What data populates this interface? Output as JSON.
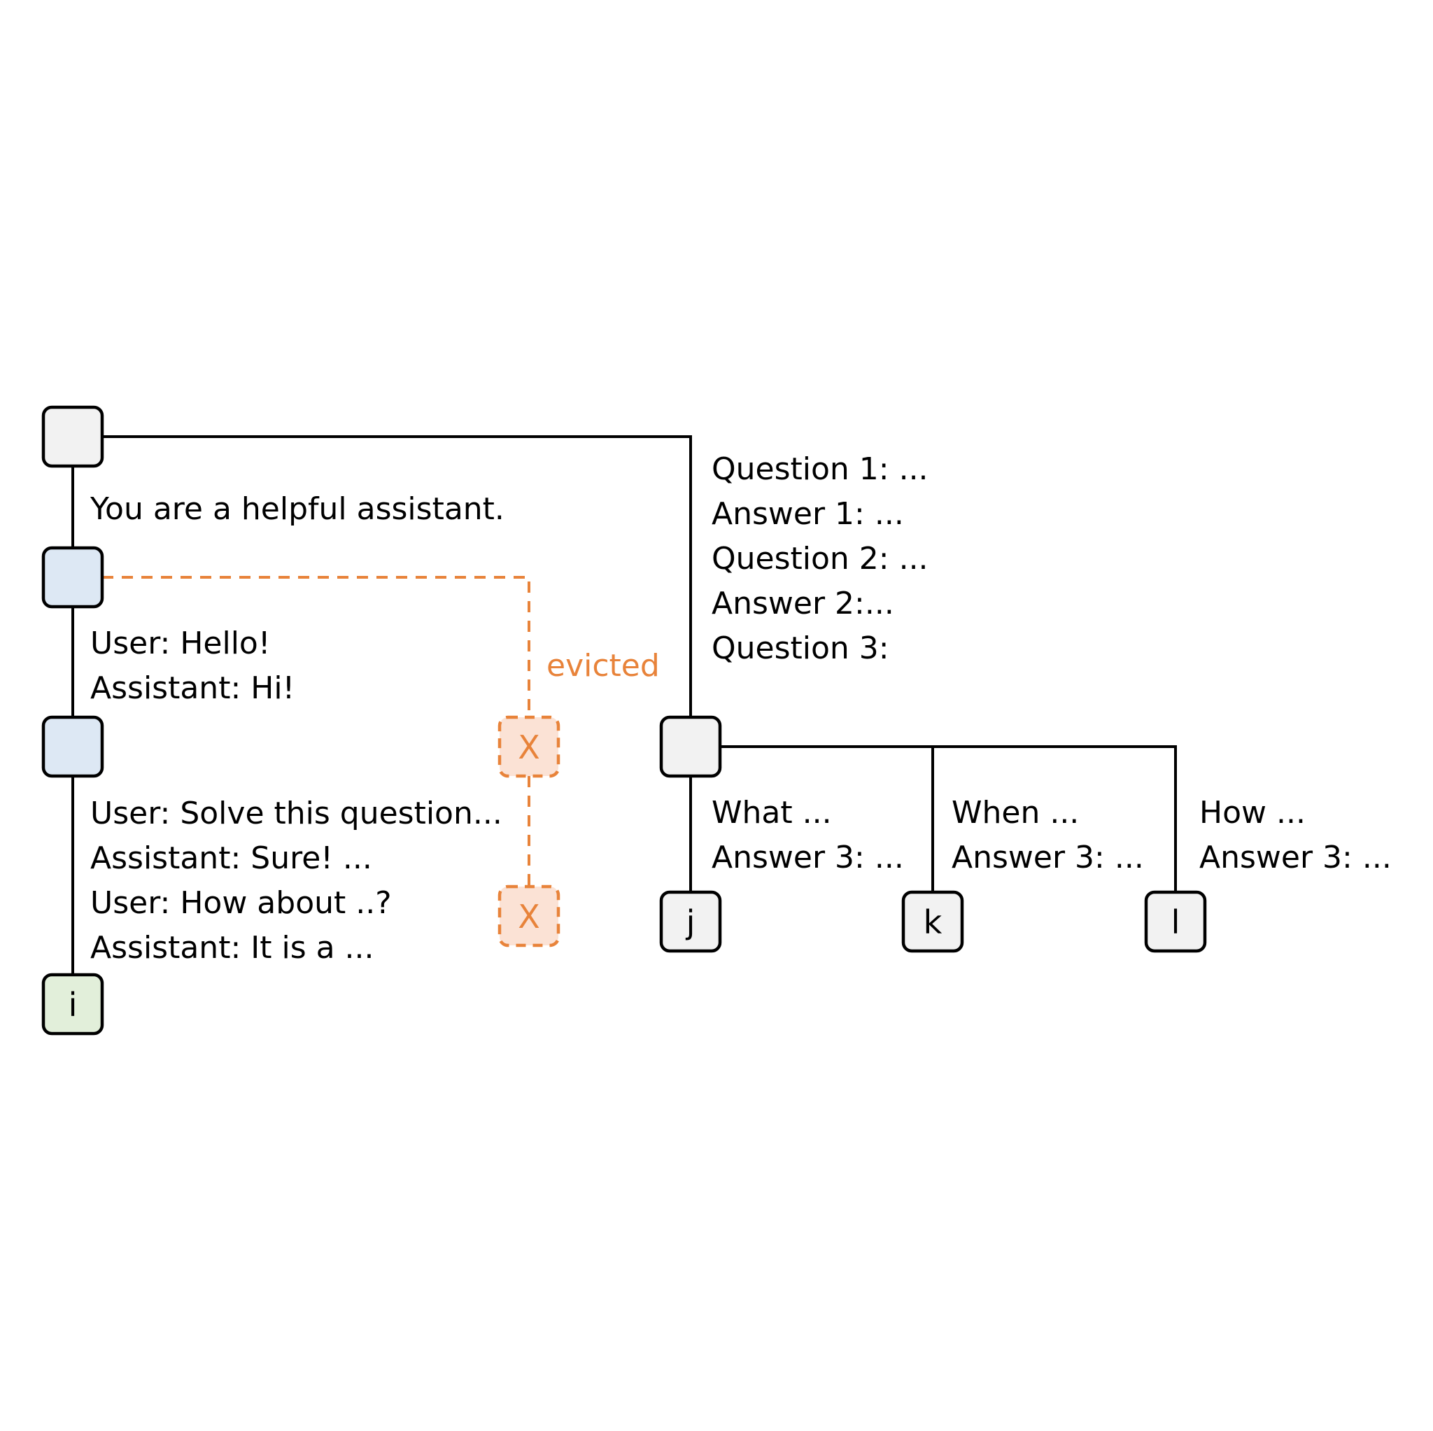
{
  "colors": {
    "line": "#000000",
    "node_gray": "#f2f2f2",
    "node_blue": "#dde8f4",
    "node_green": "#e2efda",
    "evicted": "#e8833a",
    "evicted_fill": "#fbe2d5"
  },
  "nodes": {
    "root_left": "",
    "system_node": "",
    "chat_node": "",
    "leaf_i": "i",
    "qa_node": "",
    "leaf_j": "j",
    "leaf_k": "k",
    "leaf_l": "l",
    "evicted_1": "X",
    "evicted_2": "X"
  },
  "edges": {
    "system_prompt": [
      "You are a helpful assistant."
    ],
    "chat_turn": [
      "User: Hello!",
      "Assistant: Hi!"
    ],
    "solve_turn": [
      "User: Solve this question...",
      "Assistant: Sure! ...",
      "User: How about ..?",
      "Assistant: It is a ..."
    ],
    "qa_prefix": [
      "Question 1: ...",
      "Answer 1: ...",
      "Question 2: ...",
      "Answer 2:...",
      "Question 3:"
    ],
    "branch_j": [
      "What ...",
      "Answer 3: ..."
    ],
    "branch_k": [
      "When ...",
      "Answer 3: ..."
    ],
    "branch_l": [
      "How ...",
      "Answer 3: ..."
    ]
  },
  "evicted_label": "evicted"
}
